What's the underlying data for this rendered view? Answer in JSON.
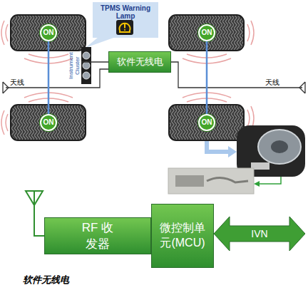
{
  "diagram": {
    "caption": "软件无线电",
    "nodes": [
      {
        "text": [
          "TPMS Warning Lamp"
        ]
      },
      {
        "text": [
          "ON"
        ]
      },
      {
        "text": [
          "ON"
        ]
      },
      {
        "text": [
          "Instrument Cluster"
        ]
      },
      {
        "text": [
          "软件无线电"
        ]
      },
      {
        "text": [
          "ON"
        ]
      },
      {
        "text": [
          "ON"
        ]
      },
      {
        "text": [
          "RF 收发器"
        ]
      },
      {
        "text": [
          "微控制单元(MCU)"
        ]
      },
      {
        "text": [
          "IVN"
        ]
      }
    ],
    "edges": [
      {
        "from": 1,
        "to": 5,
        "arrow": "none"
      },
      {
        "from": 2,
        "to": 6,
        "arrow": "none"
      },
      {
        "from": 3,
        "to": 4,
        "arrow": "none"
      }
    ],
    "labels": [
      "天线",
      "天线"
    ]
  }
}
